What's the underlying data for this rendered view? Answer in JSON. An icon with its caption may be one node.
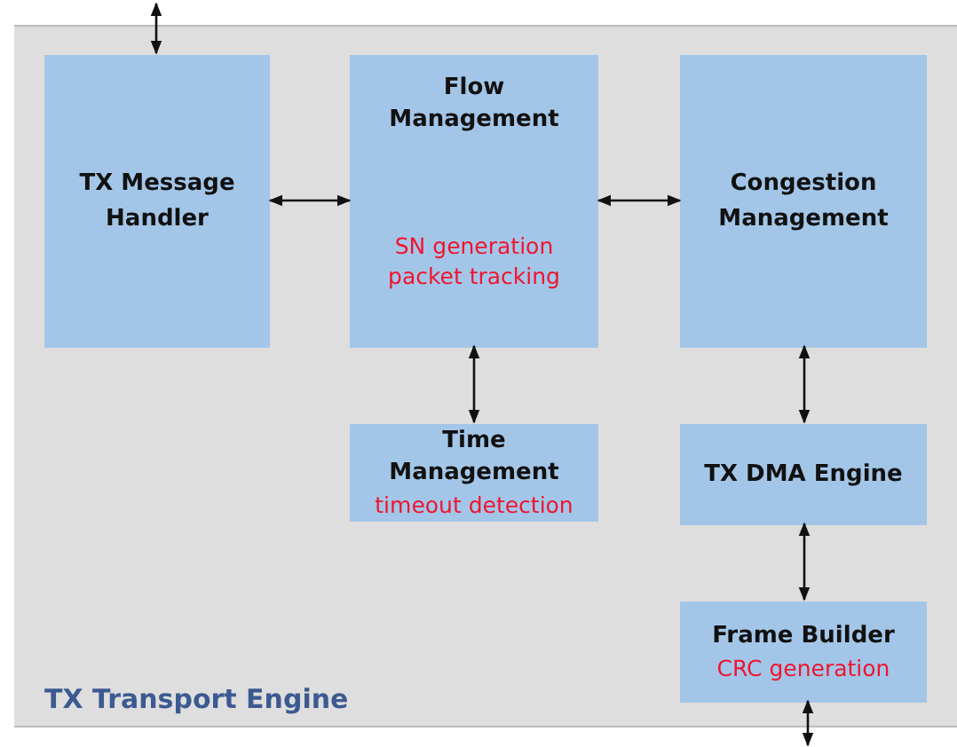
{
  "diagram": {
    "nodes": [
      {
        "text": [
          "TX Transport Engine"
        ]
      },
      {
        "text": [
          "TX Message Handler"
        ],
        "in": 0
      },
      {
        "text": [
          "Flow Management",
          "SN generation packet tracking"
        ],
        "in": 0
      },
      {
        "text": [
          "Congestion Management"
        ],
        "in": 0
      },
      {
        "text": [
          "Time Management",
          "timeout detection"
        ],
        "in": 0
      },
      {
        "text": [
          "TX DMA Engine"
        ],
        "in": 0
      },
      {
        "text": [
          "Frame Builder",
          "CRC generation"
        ],
        "in": 0
      }
    ],
    "edges": [
      {
        "from": null,
        "to": 1,
        "arrow": "both"
      },
      {
        "from": 1,
        "to": 2,
        "arrow": "both"
      },
      {
        "from": 2,
        "to": 3,
        "arrow": "both"
      },
      {
        "from": 2,
        "to": 4,
        "arrow": "both"
      },
      {
        "from": 3,
        "to": 5,
        "arrow": "both"
      },
      {
        "from": 5,
        "to": 6,
        "arrow": "both"
      },
      {
        "from": 6,
        "to": null,
        "arrow": "both"
      }
    ]
  }
}
